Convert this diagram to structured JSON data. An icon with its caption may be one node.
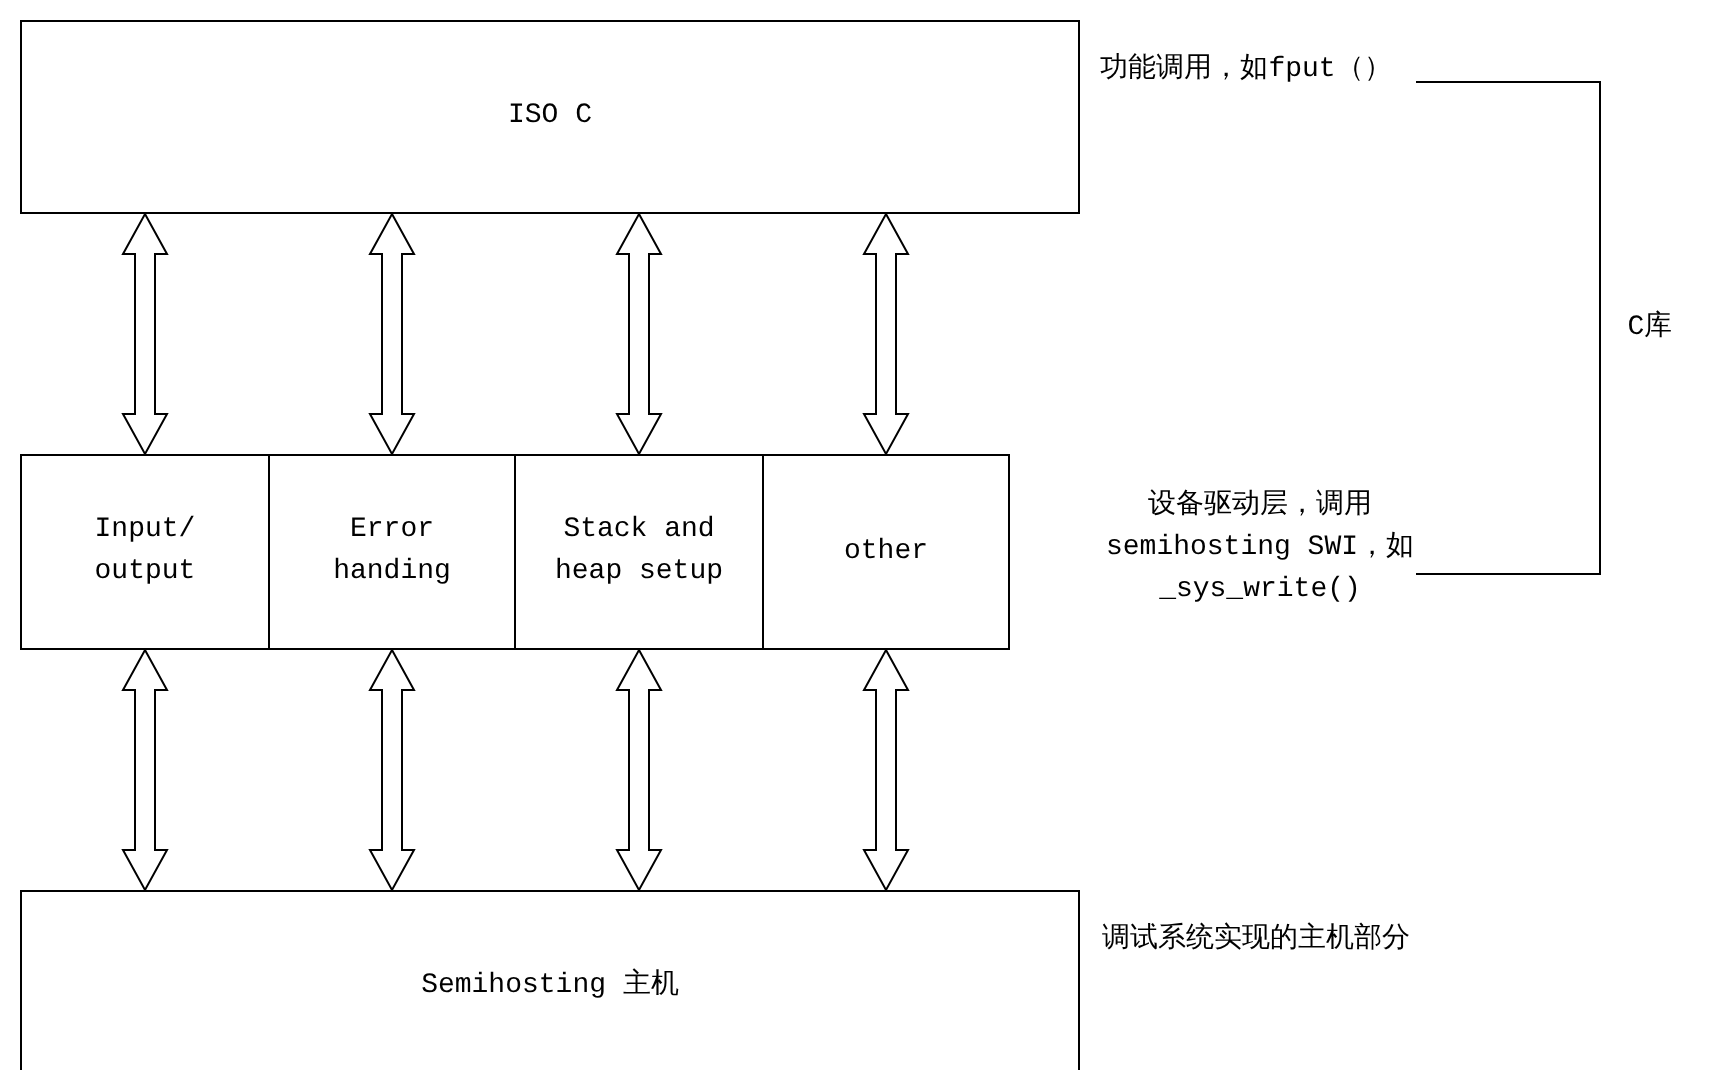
{
  "diagram": {
    "nodes": [
      {
        "text": [
          "ISO C"
        ]
      },
      {
        "text": [
          "Input/ output"
        ]
      },
      {
        "text": [
          "Error handing"
        ]
      },
      {
        "text": [
          "Stack and heap setup"
        ]
      },
      {
        "text": [
          "other"
        ]
      },
      {
        "text": [
          "Semihosting 主机"
        ]
      }
    ],
    "edges": [
      {
        "from": 0,
        "to": 1,
        "arrow": "both"
      },
      {
        "from": 0,
        "to": 2,
        "arrow": "both"
      },
      {
        "from": 0,
        "to": 3,
        "arrow": "both"
      },
      {
        "from": 0,
        "to": 4,
        "arrow": "both"
      },
      {
        "from": 1,
        "to": 5,
        "arrow": "both"
      },
      {
        "from": 2,
        "to": 5,
        "arrow": "both"
      },
      {
        "from": 3,
        "to": 5,
        "arrow": "both"
      },
      {
        "from": 4,
        "to": 5,
        "arrow": "both"
      }
    ],
    "labels": [
      "功能调用，如fput（）",
      "C库",
      "设备驱动层，调用semihosting SWI，如_sys_write()",
      "调试系统实现的主机部分"
    ]
  }
}
